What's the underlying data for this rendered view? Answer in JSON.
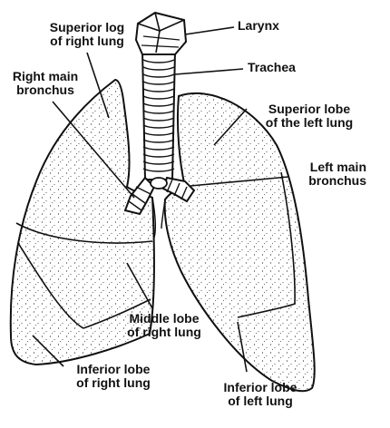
{
  "labels": {
    "superior_lobe_right": {
      "line1": "Superior log",
      "line2": "of right lung"
    },
    "right_main_bronchus": {
      "line1": "Right main",
      "line2": "bronchus"
    },
    "larynx": "Larynx",
    "trachea": "Trachea",
    "superior_lobe_left": {
      "line1": "Superior lobe",
      "line2": "of the left lung"
    },
    "left_main_bronchus": {
      "line1": "Left main",
      "line2": "bronchus"
    },
    "middle_lobe_right": {
      "line1": "Middle lobe",
      "line2": "of right lung"
    },
    "inferior_lobe_right": {
      "line1": "Inferior lobe",
      "line2": "of right lung"
    },
    "inferior_lobe_left": {
      "line1": "Inferior lobe",
      "line2": "of left lung"
    }
  },
  "colors": {
    "ink": "#111111",
    "background": "#ffffff"
  }
}
